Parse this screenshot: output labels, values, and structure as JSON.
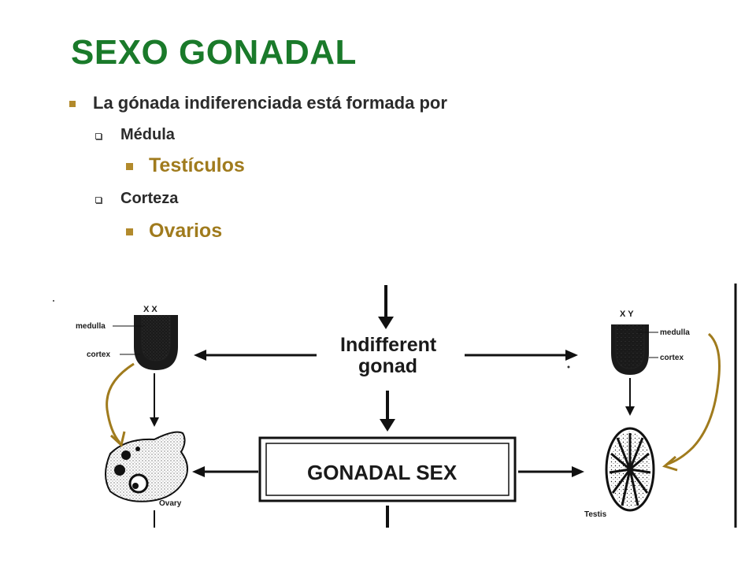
{
  "slide": {
    "title": "SEXO GONADAL",
    "bullets": {
      "main": "La gónada indiferenciada está formada por",
      "medula": "Médula",
      "testiculos": "Testículos",
      "corteza": "Corteza",
      "ovarios": "Ovarios"
    }
  },
  "diagram": {
    "indifferent_line1": "Indifferent",
    "indifferent_line2": "gonad",
    "gonadal_sex": "GONADAL SEX",
    "left_chromosomes": "X X",
    "right_chromosomes": "X Y",
    "left_medulla": "medulla",
    "left_cortex": "cortex",
    "right_medulla": "medulla",
    "right_cortex": "cortex",
    "ovary_label": "Ovary",
    "testis_label": "Testis",
    "arrow_color": "#a07b1d"
  }
}
